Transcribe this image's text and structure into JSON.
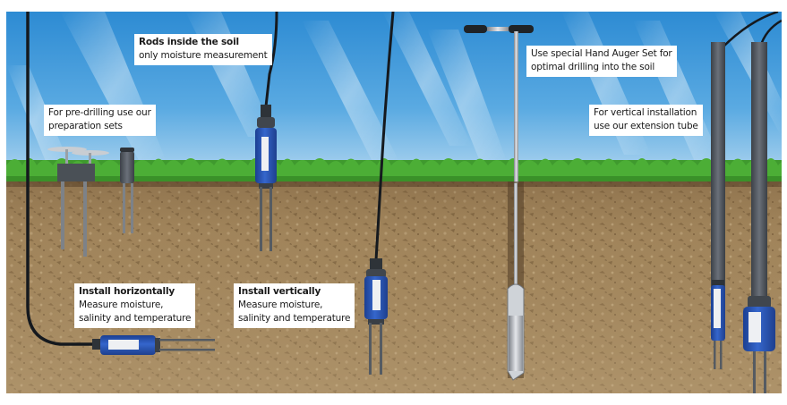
{
  "colors": {
    "sky_top": "#2f8fd6",
    "sky_bottom": "#9cc9ea",
    "grass": "#3f9a2e",
    "soil": "#9c8158",
    "sensor_blue": "#2a56b8",
    "cable": "#1b1f24",
    "rod": "#5a5f66",
    "callout_bg": "#ffffff",
    "text": "#1a1a1a"
  },
  "callouts": {
    "rods_inside_soil": {
      "title": "Rods inside the soil",
      "lines": [
        "only moisture measurement"
      ]
    },
    "pre_drilling": {
      "lines": [
        "For pre-drilling use our",
        "preparation sets"
      ]
    },
    "hand_auger": {
      "lines": [
        "Use special Hand Auger Set for",
        "optimal drilling into the soil"
      ]
    },
    "vertical_installation": {
      "lines": [
        "For vertical installation",
        "use our extension tube"
      ]
    },
    "install_horizontally": {
      "title": "Install horizontally",
      "lines": [
        "Measure moisture,",
        "salinity and temperature"
      ]
    },
    "install_vertically": {
      "title": "Install vertically",
      "lines": [
        "Measure moisture,",
        "salinity and temperature"
      ]
    }
  },
  "objects": {
    "preparation_set": "preparation-tool-icon",
    "sensor_rods_in_soil": "soil-sensor-icon",
    "sensor_horizontal": "soil-sensor-icon",
    "sensor_vertical": "soil-sensor-icon",
    "hand_auger": "auger-icon",
    "extension_tubes": "extension-tube-icon"
  }
}
